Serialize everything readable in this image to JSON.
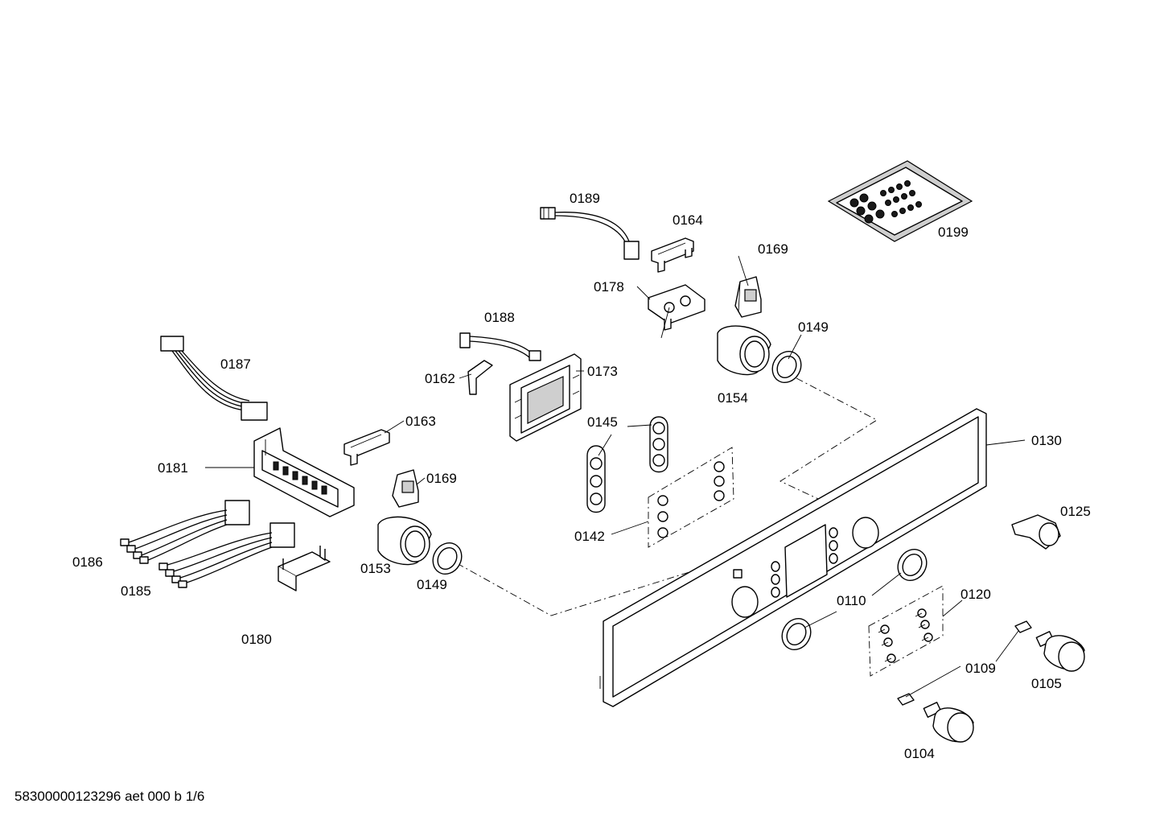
{
  "labels": {
    "p0189": "0189",
    "p0164": "0164",
    "p0199": "0199",
    "p0169a": "0169",
    "p0178": "0178",
    "p0149a": "0149",
    "p0188": "0188",
    "p0187": "0187",
    "p0162": "0162",
    "p0173": "0173",
    "p0154": "0154",
    "p0163": "0163",
    "p0145": "0145",
    "p0130": "0130",
    "p0181": "0181",
    "p0169b": "0169",
    "p0125": "0125",
    "p0142": "0142",
    "p0186": "0186",
    "p0153": "0153",
    "p0149b": "0149",
    "p0110": "0110",
    "p0120": "0120",
    "p0185": "0185",
    "p0180": "0180",
    "p0109": "0109",
    "p0105": "0105",
    "p0104": "0104"
  },
  "footer": "58300000123296 aet 000 b 1/6"
}
